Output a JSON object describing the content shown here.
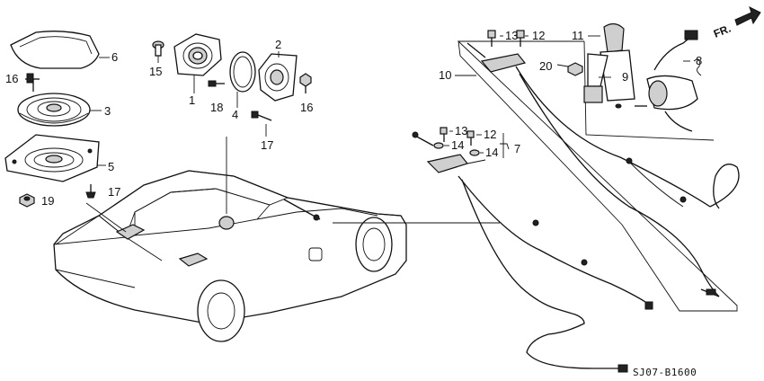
{
  "diagram": {
    "direction_marker": "FR.",
    "diagram_code": "SJ07-B1600",
    "callouts": {
      "c1": "1",
      "c2": "2",
      "c3": "3",
      "c4": "4",
      "c5": "5",
      "c6": "6",
      "c7": "7",
      "c8": "8",
      "c9": "9",
      "c10": "10",
      "c11": "11",
      "c12a": "12",
      "c12b": "12",
      "c13a": "13",
      "c13b": "13",
      "c14a": "14",
      "c14b": "14",
      "c15": "15",
      "c16a": "16",
      "c16b": "16",
      "c17a": "17",
      "c17b": "17",
      "c18": "18",
      "c19": "19",
      "c20": "20"
    }
  }
}
